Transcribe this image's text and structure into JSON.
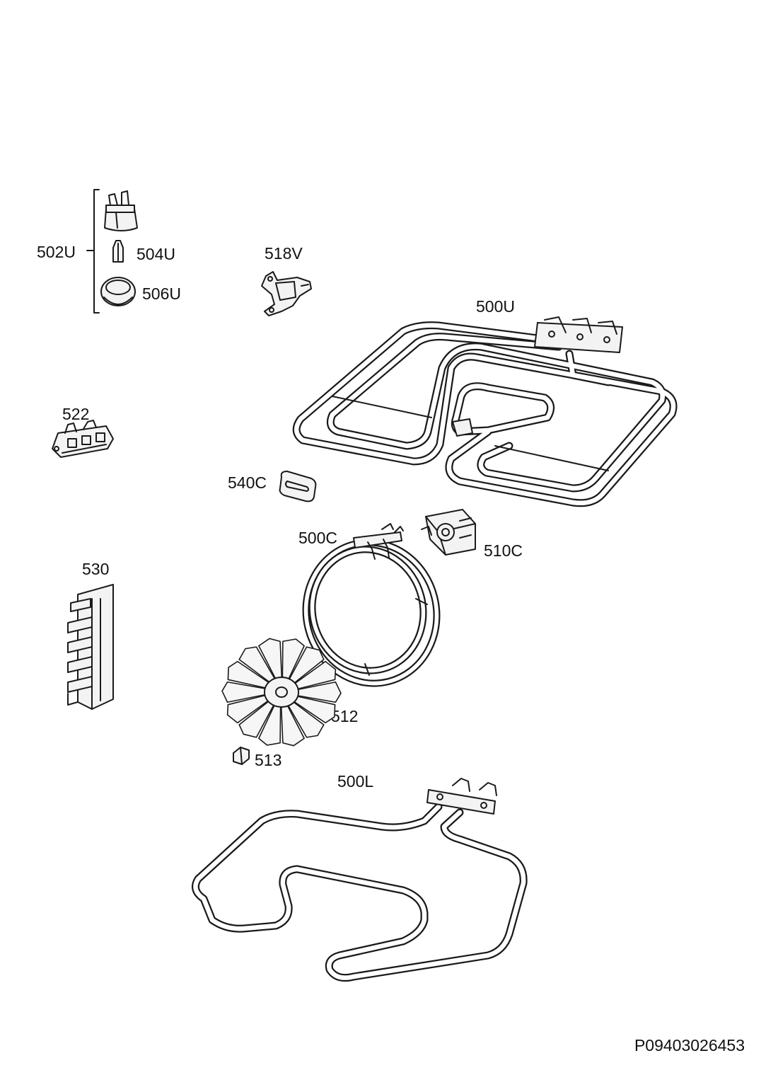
{
  "labels": {
    "l502U": "502U",
    "l504U": "504U",
    "l506U": "506U",
    "l518V": "518V",
    "l500U": "500U",
    "l522": "522",
    "l540C": "540C",
    "l500C": "500C",
    "l510C": "510C",
    "l530": "530",
    "l512": "512",
    "l513": "513",
    "l500L": "500L"
  },
  "doc_code": "P09403026453"
}
